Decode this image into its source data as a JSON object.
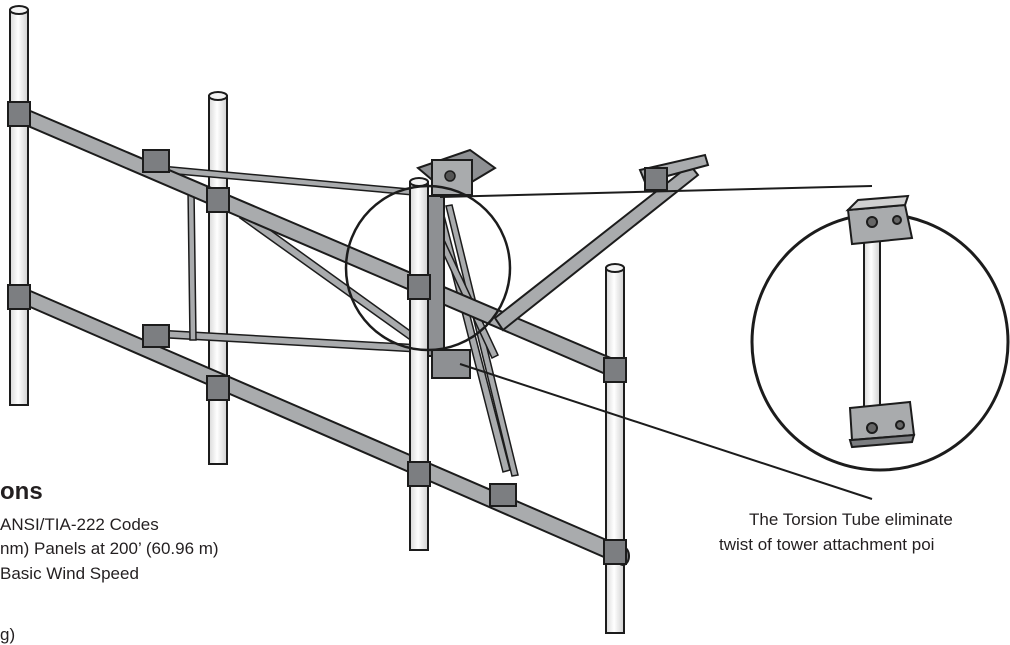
{
  "specs": {
    "heading": "ons",
    "lines": [
      "ANSI/TIA-222 Codes",
      "nm) Panels at 200’ (60.96 m)",
      "Basic Wind Speed",
      "g)"
    ]
  },
  "caption": {
    "lines": [
      "The Torsion Tube eliminate",
      "twist of tower attachment poi"
    ]
  },
  "colors": {
    "pipe": "#a9abad",
    "pipe_dark": "#7c7e81",
    "outline": "#1c1c1c",
    "text": "#231f20"
  }
}
